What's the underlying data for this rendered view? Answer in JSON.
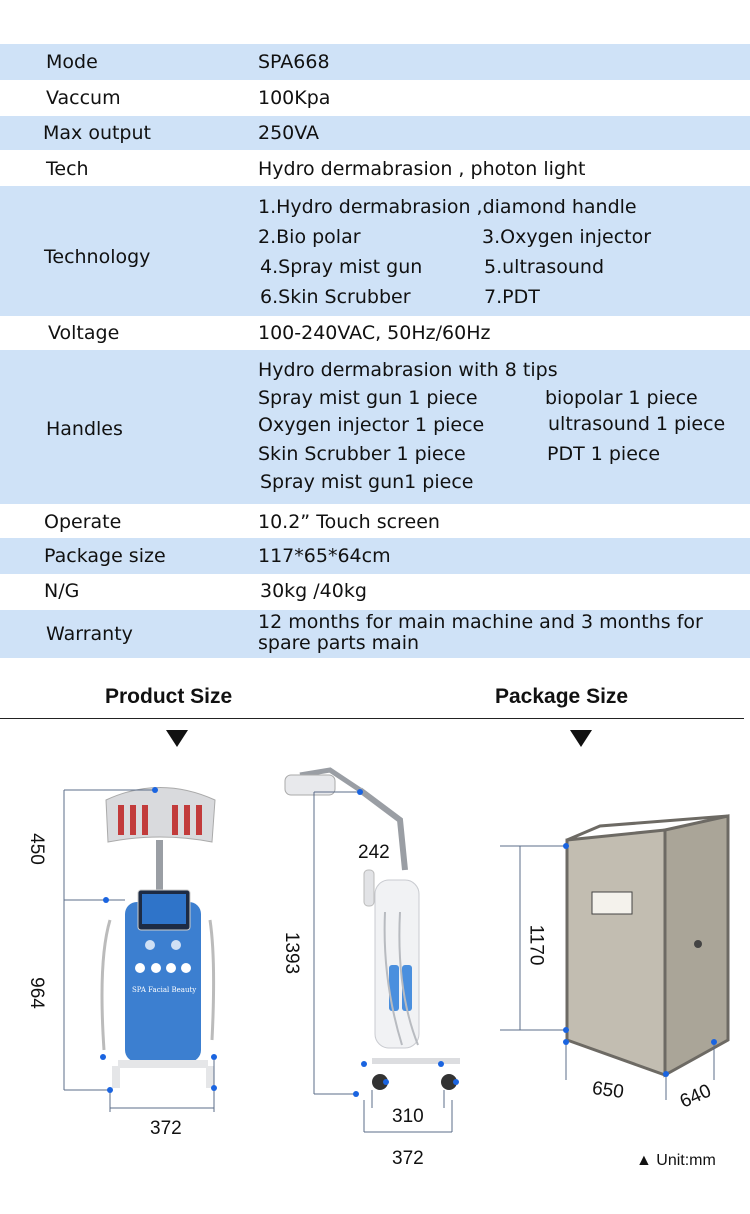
{
  "specs": {
    "mode_label": "Mode",
    "mode_value": "SPA668",
    "vacuum_label": "Vaccum",
    "vacuum_value": "100Kpa",
    "max_output_label": "Max output",
    "max_output_value": "250VA",
    "tech_label": "Tech",
    "tech_value": "Hydro dermabrasion , photon light",
    "technology_label": "Technology",
    "technology_lines": [
      "1.Hydro dermabrasion ,diamond handle",
      "2.Bio polar",
      "3.Oxygen injector",
      "4.Spray mist gun",
      "5.ultrasound",
      "6.Skin Scrubber",
      "7.PDT"
    ],
    "voltage_label": "Voltage",
    "voltage_value": "100-240VAC, 50Hz/60Hz",
    "handles_label": "Handles",
    "handles_lines": [
      "Hydro dermabrasion with 8 tips",
      "Spray mist gun 1 piece",
      "biopolar 1 piece",
      "Oxygen injector 1 piece",
      "ultrasound 1 piece",
      "Skin Scrubber 1 piece",
      "PDT 1 piece",
      "Spray mist gun1 piece"
    ],
    "operate_label": "Operate",
    "operate_value": "10.2”   Touch screen",
    "package_label": "Package size",
    "package_value": "117*65*64cm",
    "ng_label": "N/G",
    "ng_value": "30kg /40kg",
    "warranty_label": "Warranty",
    "warranty_lines": [
      "12 months for main machine and 3 months for",
      "spare parts main"
    ]
  },
  "sizes": {
    "product_heading": "Product Size",
    "package_heading": "Package Size",
    "front_top_height": "450",
    "front_body_height": "964",
    "front_width": "372",
    "side_arm": "242",
    "side_height": "1393",
    "side_wheelbase": "310",
    "side_width": "372",
    "box_height": "1170",
    "box_width": "650",
    "box_depth": "640",
    "unit_note": "▲ Unit:mm",
    "machine_brand": "SPA Facial Beauty"
  },
  "colors": {
    "row_blue": "#cfe2f7",
    "machine_blue": "#3c7fd0",
    "dot_blue": "#1a64e0",
    "crate_gray": "#b9b4a8"
  }
}
